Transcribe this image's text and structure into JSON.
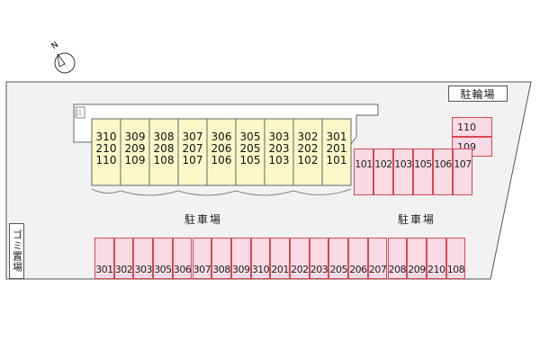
{
  "compass_label": "N",
  "bike_parking_label": "駐輪場",
  "garbage_label": "ゴミ置場",
  "parking_labels": [
    "駐車場",
    "駐車場"
  ],
  "building_columns": [
    [
      "310",
      "210",
      "110"
    ],
    [
      "309",
      "209",
      "109"
    ],
    [
      "308",
      "208",
      "108"
    ],
    [
      "307",
      "207",
      "107"
    ],
    [
      "306",
      "206",
      "106"
    ],
    [
      "305",
      "205",
      "105"
    ],
    [
      "303",
      "203",
      "103"
    ],
    [
      "302",
      "202",
      "102"
    ],
    [
      "301",
      "201",
      "101"
    ]
  ],
  "right_parking_spaces": [
    "101",
    "102",
    "103",
    "105",
    "106",
    "107"
  ],
  "bike_spaces": [
    "110",
    "109"
  ],
  "bottom_parking_spaces": [
    "301",
    "302",
    "303",
    "305",
    "306",
    "307",
    "308",
    "309",
    "310",
    "201",
    "202",
    "203",
    "205",
    "206",
    "207",
    "208",
    "209",
    "210",
    "108"
  ],
  "colors": {
    "site_fill": "#f2f2f2",
    "building_fill": "#fbf7c8",
    "parking_fill": "#f9dbe6",
    "parking_border": "#d9474f"
  }
}
